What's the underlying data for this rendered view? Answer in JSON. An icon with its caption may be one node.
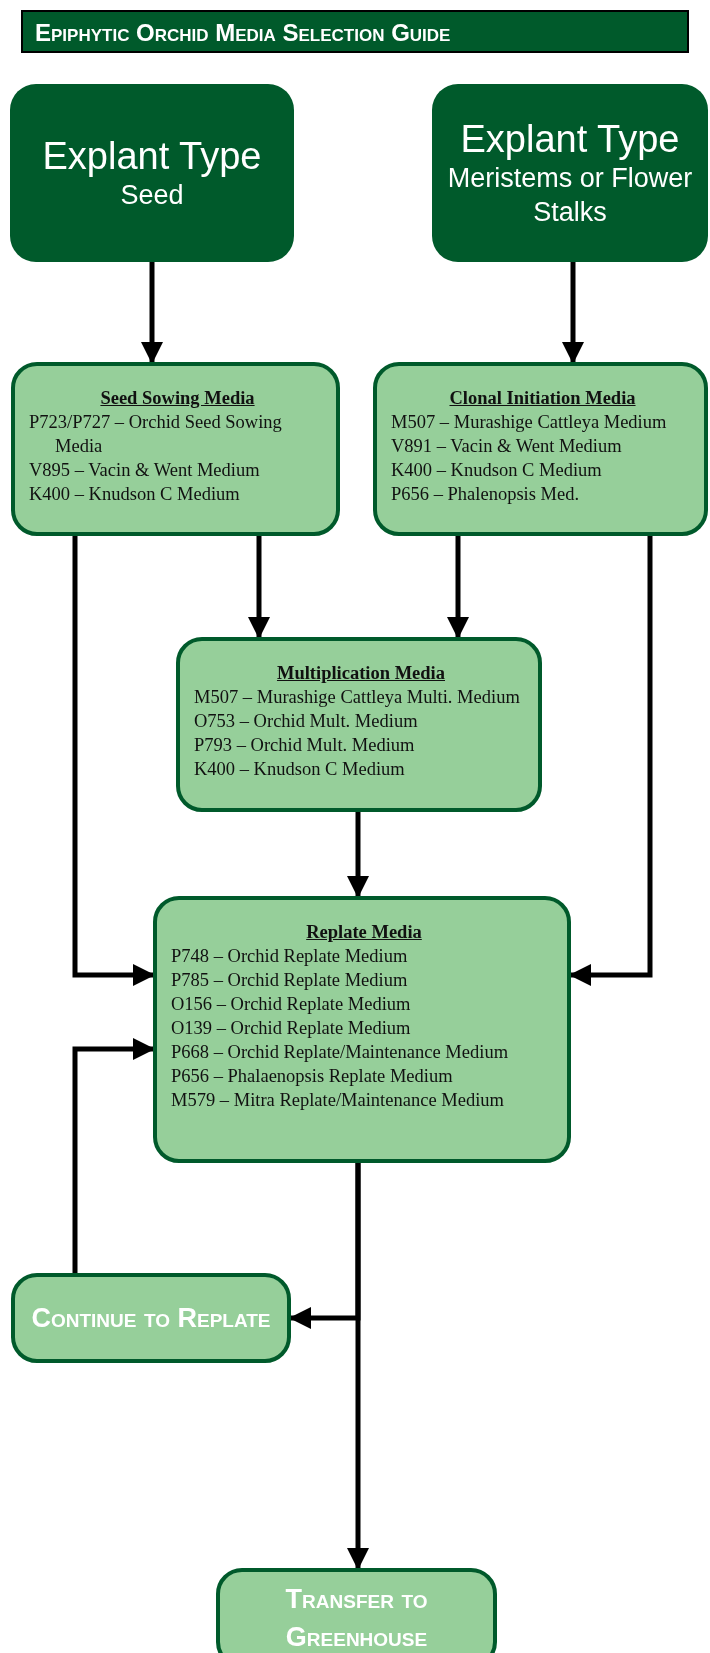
{
  "diagram": {
    "title": "Epiphytic Orchid Media Selection Guide",
    "nodes": [
      {
        "text": [
          "Explant Type",
          "Seed"
        ]
      },
      {
        "text": [
          "Explant Type",
          "Meristems or Flower Stalks"
        ]
      },
      {
        "text": [
          "Seed Sowing Media",
          "P723/P727 – Orchid Seed Sowing Media",
          "V895 – Vacin & Went Medium",
          "K400 – Knudson C Medium"
        ]
      },
      {
        "text": [
          "Clonal Initiation Media",
          "M507 – Murashige Cattleya Medium",
          "V891 – Vacin & Went Medium",
          "K400 – Knudson C Medium",
          "P656 – Phalenopsis Med."
        ]
      },
      {
        "text": [
          "Multiplication Media",
          "M507 – Murashige Cattleya Multi. Medium",
          "O753 – Orchid Mult. Medium",
          "P793 – Orchid Mult. Medium",
          "K400 – Knudson C Medium"
        ]
      },
      {
        "text": [
          "Replate Media",
          "P748 – Orchid Replate Medium",
          "P785 – Orchid Replate Medium",
          "O156 – Orchid Replate Medium",
          "O139 – Orchid Replate Medium",
          "P668 – Orchid Replate/Maintenance Medium",
          "P656 – Phalaenopsis Replate Medium",
          "M579 – Mitra Replate/Maintenance Medium"
        ]
      },
      {
        "text": [
          "Continue to Replate"
        ]
      },
      {
        "text": [
          "Transfer to Greenhouse"
        ]
      }
    ],
    "edges": [
      {
        "from": 0,
        "to": 2,
        "arrow": "to"
      },
      {
        "from": 1,
        "to": 3,
        "arrow": "to"
      },
      {
        "from": 2,
        "to": 4,
        "arrow": "to"
      },
      {
        "from": 3,
        "to": 4,
        "arrow": "to"
      },
      {
        "from": 2,
        "to": 5,
        "arrow": "to"
      },
      {
        "from": 3,
        "to": 5,
        "arrow": "to"
      },
      {
        "from": 4,
        "to": 5,
        "arrow": "to"
      },
      {
        "from": 5,
        "to": 6,
        "arrow": "to"
      },
      {
        "from": 6,
        "to": 5,
        "arrow": "to"
      },
      {
        "from": 5,
        "to": 7,
        "arrow": "to"
      }
    ]
  }
}
